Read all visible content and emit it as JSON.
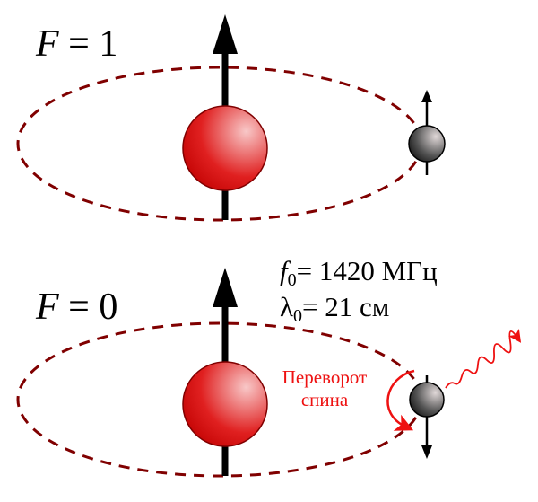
{
  "states": [
    {
      "label_var": "F",
      "label_rest": " = 1",
      "electron_spin": "up"
    },
    {
      "label_var": "F",
      "label_rest": " = 0",
      "electron_spin": "down"
    }
  ],
  "frequency": {
    "var": "f",
    "sub": "0",
    "rest": "= 1420 МГц"
  },
  "wavelength": {
    "var": "λ",
    "sub": "0",
    "rest": "= 21 см"
  },
  "spin_flip": {
    "line1": "Переворот",
    "line2": "спина"
  },
  "colors": {
    "orbit": "#800000",
    "proton": "#dd0000",
    "electron": "#333333",
    "flip": "#ee1111"
  }
}
